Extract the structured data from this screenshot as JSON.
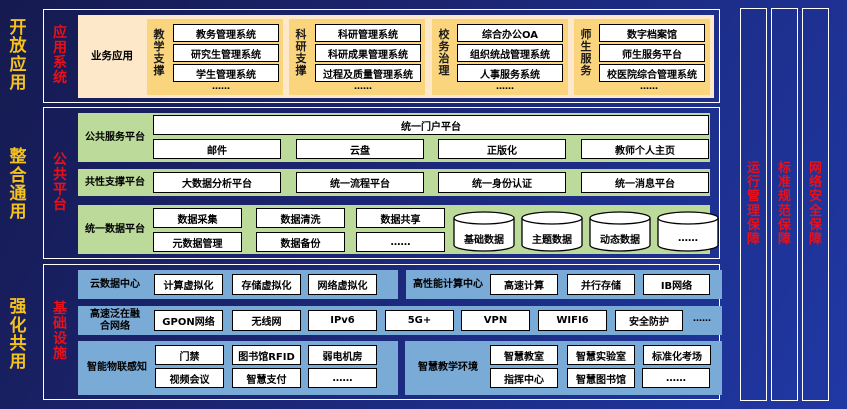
{
  "tiers": [
    {
      "label": "开放应用"
    },
    {
      "label": "整合通用"
    },
    {
      "label": "强化共用"
    }
  ],
  "layers": [
    {
      "label": "应用系统"
    },
    {
      "label": "公共平台"
    },
    {
      "label": "基础设施"
    }
  ],
  "guarantees": [
    {
      "label": "运行管理保障"
    },
    {
      "label": "标准规范保障"
    },
    {
      "label": "网络安全保障"
    }
  ],
  "application": {
    "row_label": "业务应用",
    "groups": [
      {
        "title": "教学支撑",
        "items": [
          "教务管理系统",
          "研究生管理系统",
          "学生管理系统"
        ],
        "more": "……"
      },
      {
        "title": "科研支撑",
        "items": [
          "科研管理系统",
          "科研成果管理系统",
          "过程及质量管理系统"
        ],
        "more": "……"
      },
      {
        "title": "校务治理",
        "items": [
          "综合办公OA",
          "组织统战管理系统",
          "人事服务系统"
        ],
        "more": "……"
      },
      {
        "title": "师生服务",
        "items": [
          "数字档案馆",
          "师生服务平台",
          "校医院综合管理系统"
        ],
        "more": "……"
      }
    ]
  },
  "platform": {
    "public_service": {
      "label": "公共服务平台",
      "portal": "统一门户平台",
      "items": [
        "邮件",
        "云盘",
        "正版化",
        "教师个人主页"
      ]
    },
    "common_support": {
      "label": "共性支撑平台",
      "items": [
        "大数据分析平台",
        "统一流程平台",
        "统一身份认证",
        "统一消息平台"
      ]
    },
    "unified_data": {
      "label": "统一数据平台",
      "items": [
        "数据采集",
        "数据清洗",
        "数据共享",
        "元数据管理",
        "数据备份",
        "……"
      ],
      "stores": [
        "基础数据",
        "主题数据",
        "动态数据",
        "……"
      ]
    }
  },
  "infrastructure": {
    "cloud_dc": {
      "label": "云数据中心",
      "items": [
        "计算虚拟化",
        "存储虚拟化",
        "网络虚拟化"
      ]
    },
    "hpc": {
      "label": "高性能计算中心",
      "items": [
        "高速计算",
        "并行存储",
        "IB网络"
      ]
    },
    "network": {
      "label": "高速泛在融合网络",
      "label_line1": "高速泛在融",
      "label_line2": "合网络",
      "items": [
        "GPON网络",
        "无线网",
        "IPv6",
        "5G+",
        "VPN",
        "WIFI6",
        "安全防护"
      ],
      "more": "……"
    },
    "iot": {
      "label": "智能物联感知",
      "items": [
        "门禁",
        "图书馆RFID",
        "弱电机房",
        "视频会议",
        "智慧支付",
        "……"
      ]
    },
    "smart_teaching": {
      "label": "智慧教学环境",
      "items": [
        "智慧教室",
        "智慧实验室",
        "标准化考场",
        "指挥中心",
        "智慧图书馆",
        "……"
      ]
    }
  }
}
